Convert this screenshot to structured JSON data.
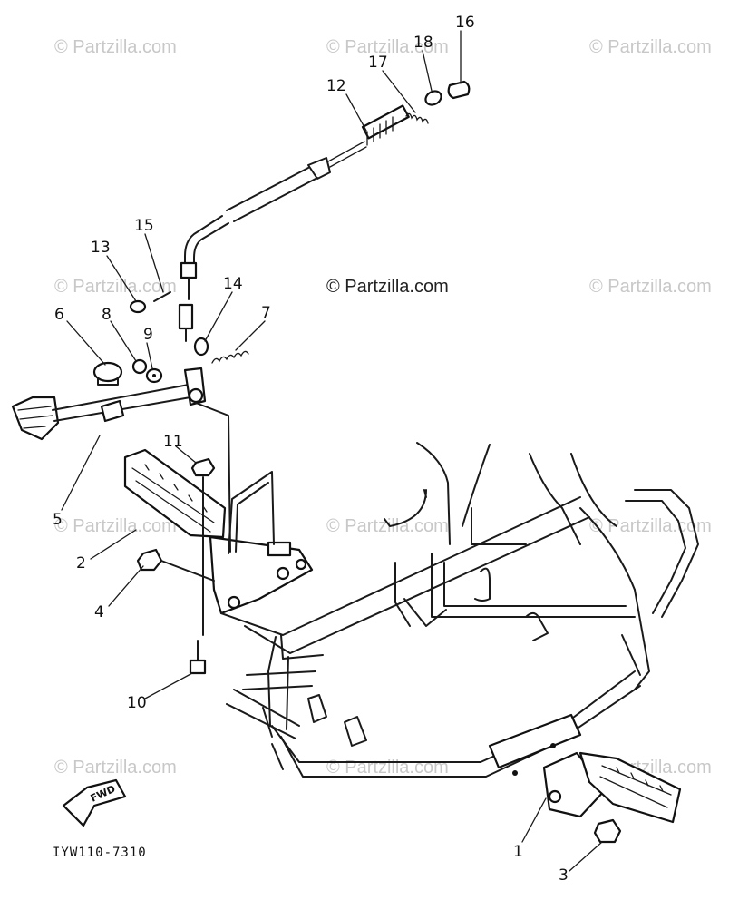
{
  "watermark": {
    "text": "© Partzilla.com",
    "center_text": "© Partzilla.com"
  },
  "drawing_code": "IYW110-7310",
  "fwd_label": "FWD",
  "callouts": [
    {
      "id": "c1",
      "label": "1"
    },
    {
      "id": "c2",
      "label": "2"
    },
    {
      "id": "c3",
      "label": "3"
    },
    {
      "id": "c4",
      "label": "4"
    },
    {
      "id": "c5",
      "label": "5"
    },
    {
      "id": "c6",
      "label": "6"
    },
    {
      "id": "c7",
      "label": "7"
    },
    {
      "id": "c8",
      "label": "8"
    },
    {
      "id": "c9",
      "label": "9"
    },
    {
      "id": "c10",
      "label": "10"
    },
    {
      "id": "c11",
      "label": "11"
    },
    {
      "id": "c12",
      "label": "12"
    },
    {
      "id": "c13",
      "label": "13"
    },
    {
      "id": "c14",
      "label": "14"
    },
    {
      "id": "c15",
      "label": "15"
    },
    {
      "id": "c16",
      "label": "16"
    },
    {
      "id": "c17",
      "label": "17"
    },
    {
      "id": "c18",
      "label": "18"
    }
  ]
}
